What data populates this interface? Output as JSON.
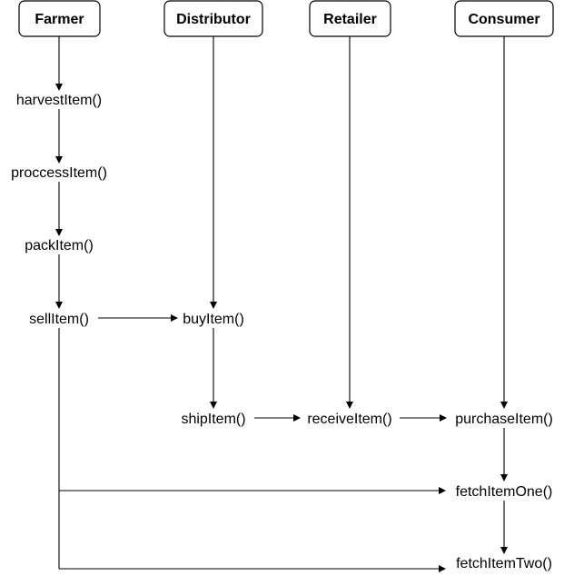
{
  "actors": [
    {
      "id": "farmer",
      "label": "Farmer"
    },
    {
      "id": "distributor",
      "label": "Distributor"
    },
    {
      "id": "retailer",
      "label": "Retailer"
    },
    {
      "id": "consumer",
      "label": "Consumer"
    }
  ],
  "steps": [
    {
      "id": "harvest",
      "label": "harvestItem()"
    },
    {
      "id": "process",
      "label": "proccessItem()"
    },
    {
      "id": "pack",
      "label": "packItem()"
    },
    {
      "id": "sell",
      "label": "sellItem()"
    },
    {
      "id": "buy",
      "label": "buyItem()"
    },
    {
      "id": "ship",
      "label": "shipItem()"
    },
    {
      "id": "receive",
      "label": "receiveItem()"
    },
    {
      "id": "purchase",
      "label": "purchaseItem()"
    },
    {
      "id": "fetchOne",
      "label": "fetchItemOne()"
    },
    {
      "id": "fetchTwo",
      "label": "fetchItemTwo()"
    }
  ]
}
